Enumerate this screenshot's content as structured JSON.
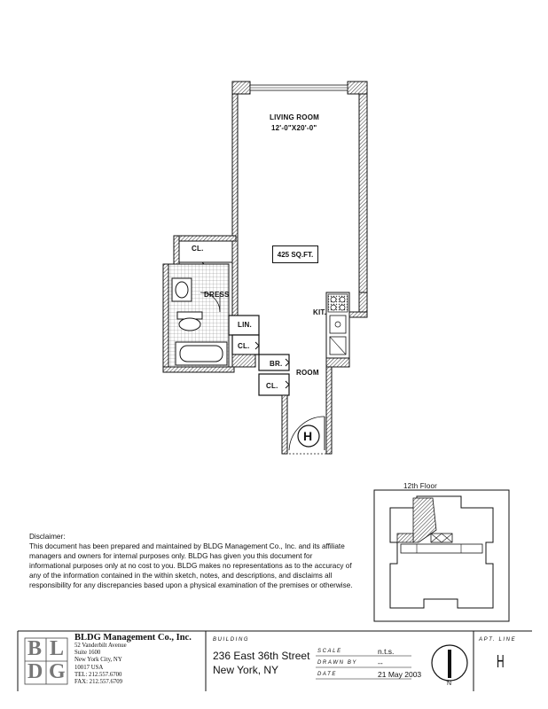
{
  "rooms": {
    "living_room": "LIVING ROOM",
    "living_dims": "12'-0\"X20'-0\"",
    "area": "425 SQ.FT.",
    "dress": "DRESS",
    "cl": "CL.",
    "lin": "LIN.",
    "br": "BR.",
    "kit": "KIT.",
    "room": "ROOM",
    "entry_mark": "H"
  },
  "keyplan": {
    "floor": "12th Floor"
  },
  "disclaimer": {
    "heading": "Disclaimer:",
    "body": "This document has been prepared and maintained by BLDG Management Co., Inc. and its affiliate managers and owners for internal purposes only.  BLDG has given you this document for informational purposes only at no cost to you.  BLDG makes no representations as to the accuracy of any of the information contained in the within sketch, notes, and descriptions, and disclaims all responsibility for any discrepancies based upon a physical examination of the premises or otherwise."
  },
  "company": {
    "logo_letters": [
      "B",
      "L",
      "D",
      "G"
    ],
    "name": "BLDG Management Co., Inc.",
    "address1": "52 Vanderbilt Avenue",
    "address2": "Suite 1600",
    "address3": "New York City, NY",
    "address4": "10017  USA",
    "tel": "TEL: 212.557.6700",
    "fax": "FAX: 212.557.6709"
  },
  "titleblock": {
    "building_label": "BUILDING",
    "address1": "236 East 36th Street",
    "address2": "New York, NY",
    "scale_label": "SCALE",
    "scale_value": "n.t.s.",
    "drawn_label": "DRAWN BY",
    "drawn_value": "--",
    "date_label": "DATE",
    "date_value": "21 May 2003",
    "north": "N",
    "apt_label": "APT. LINE",
    "apt_value": "H"
  }
}
